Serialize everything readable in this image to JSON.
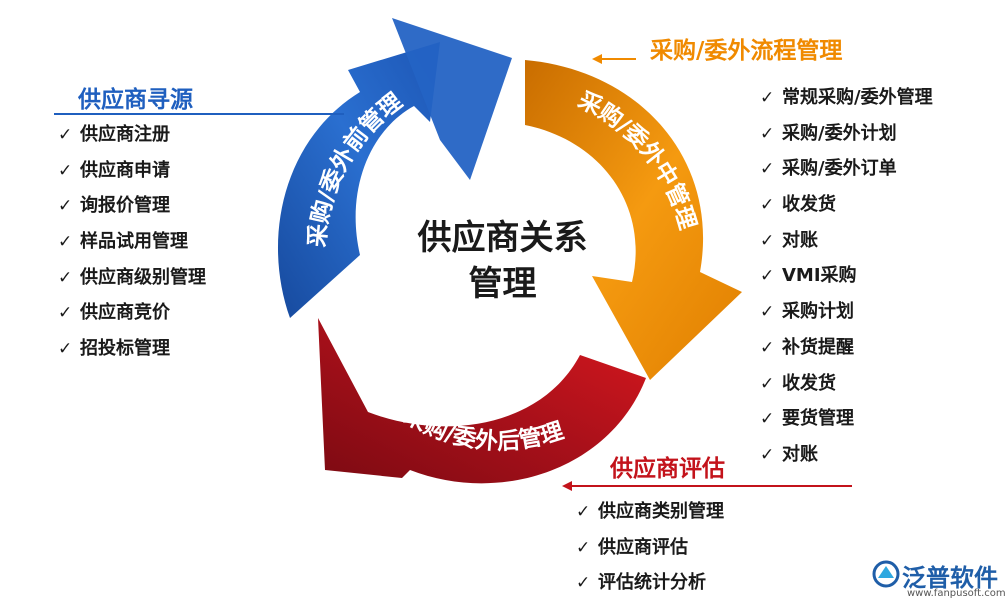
{
  "center": {
    "line1": "供应商关系",
    "line2": "管理"
  },
  "arrows": [
    {
      "label": "采购/委外前管理",
      "color": "#1f5fbf"
    },
    {
      "label": "采购/委外中管理",
      "color": "#f08a00"
    },
    {
      "label": "采购/委外后管理",
      "color": "#b3121b"
    }
  ],
  "sourcing": {
    "title": "供应商寻源",
    "title_color": "#1f5fbf",
    "items": [
      "供应商注册",
      "供应商申请",
      "询报价管理",
      "样品试用管理",
      "供应商级别管理",
      "供应商竞价",
      "招投标管理"
    ]
  },
  "process": {
    "title": "采购/委外流程管理",
    "title_color": "#f08a00",
    "items": [
      "常规采购/委外管理",
      "采购/委外计划",
      "采购/委外订单",
      "收发货",
      "对账",
      "VMI采购",
      "采购计划",
      "补货提醒",
      "收发货",
      "要货管理",
      "对账"
    ]
  },
  "evaluation": {
    "title": "供应商评估",
    "title_color": "#c3131b",
    "items": [
      "供应商类别管理",
      "供应商评估",
      "评估统计分析"
    ]
  },
  "logo": {
    "name": "泛普软件",
    "url": "www.fanpusoft.com"
  }
}
